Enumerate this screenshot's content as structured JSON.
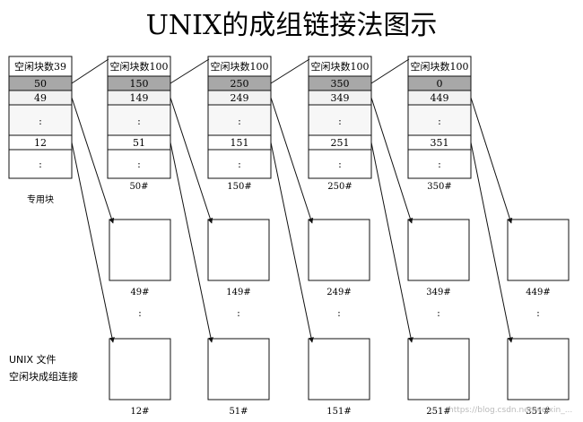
{
  "title": "UNIX的成组链接法图示",
  "special_block_label": "专用块",
  "columns": [
    {
      "header": "空闲块数39",
      "first": "50",
      "second": "49",
      "dots": ":",
      "link": "12",
      "block_label": ""
    },
    {
      "header": "空闲块数100",
      "first": "150",
      "second": "149",
      "dots": ":",
      "link": "51",
      "block_label": "50#"
    },
    {
      "header": "空闲块数100",
      "first": "250",
      "second": "249",
      "dots": ":",
      "link": "151",
      "block_label": "150#"
    },
    {
      "header": "空闲块数100",
      "first": "350",
      "second": "349",
      "dots": ":",
      "link": "251",
      "block_label": "250#"
    },
    {
      "header": "空闲块数100",
      "first": "0",
      "second": "449",
      "dots": ":",
      "link": "351",
      "block_label": "350#"
    }
  ],
  "free_blocks_top": [
    "49#",
    "149#",
    "249#",
    "349#",
    "449#"
  ],
  "free_blocks_bottom": [
    "12#",
    "51#",
    "151#",
    "251#",
    "351#"
  ],
  "vertical_dots": ":",
  "note_line1": "UNIX 文件",
  "note_line2": "空闲块成组连接",
  "watermark": "https://blog.csdn.net/weixin_..."
}
